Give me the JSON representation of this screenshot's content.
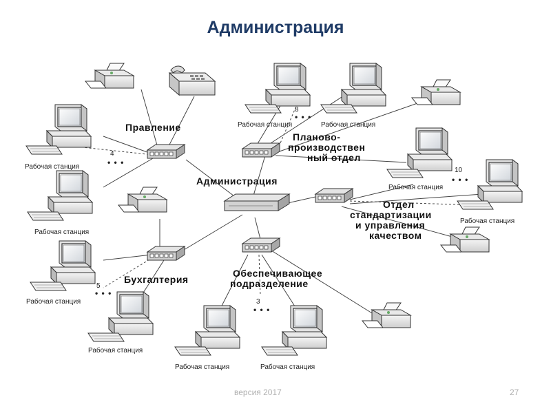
{
  "title": "Администрация",
  "footer": {
    "version": "версия 2017",
    "page": "27"
  },
  "departments": {
    "pravlenie": "Правление",
    "administration": "Администрация",
    "planning": [
      "Планово-",
      "производствен",
      "ный отдел"
    ],
    "standardization": [
      "Отдел",
      "стандартизации",
      "и управления",
      "качеством"
    ],
    "accounting": "Бухгалтерия",
    "support": [
      "Обеспечивающее",
      "подразделение"
    ]
  },
  "workstation_label": "Рабочая станция",
  "workstation_label_display": "Рабочая станция",
  "counts": {
    "pravlenie": "4",
    "planning": "8",
    "standardization": "10",
    "accounting": "5",
    "support": "3"
  },
  "dots": "• • •"
}
